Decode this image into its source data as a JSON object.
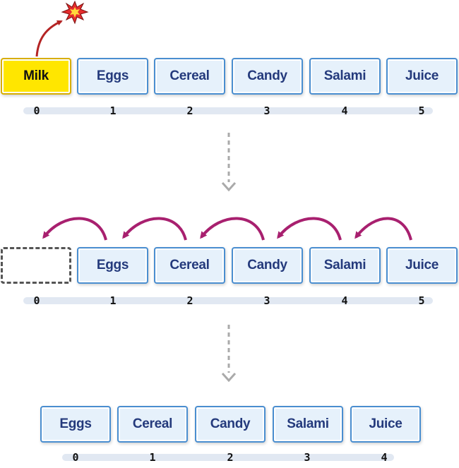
{
  "rows": [
    {
      "items": [
        {
          "label": "Milk",
          "state": "highlight"
        },
        {
          "label": "Eggs",
          "state": "normal"
        },
        {
          "label": "Cereal",
          "state": "normal"
        },
        {
          "label": "Candy",
          "state": "normal"
        },
        {
          "label": "Salami",
          "state": "normal"
        },
        {
          "label": "Juice",
          "state": "normal"
        }
      ],
      "indices": [
        "0",
        "1",
        "2",
        "3",
        "4",
        "5"
      ]
    },
    {
      "items": [
        {
          "label": "",
          "state": "empty"
        },
        {
          "label": "Eggs",
          "state": "normal"
        },
        {
          "label": "Cereal",
          "state": "normal"
        },
        {
          "label": "Candy",
          "state": "normal"
        },
        {
          "label": "Salami",
          "state": "normal"
        },
        {
          "label": "Juice",
          "state": "normal"
        }
      ],
      "indices": [
        "0",
        "1",
        "2",
        "3",
        "4",
        "5"
      ]
    },
    {
      "items": [
        {
          "label": "Eggs",
          "state": "normal"
        },
        {
          "label": "Cereal",
          "state": "normal"
        },
        {
          "label": "Candy",
          "state": "normal"
        },
        {
          "label": "Salami",
          "state": "normal"
        },
        {
          "label": "Juice",
          "state": "normal"
        }
      ],
      "indices": [
        "0",
        "1",
        "2",
        "3",
        "4"
      ]
    }
  ],
  "colors": {
    "highlight_fill": "#ffe600",
    "box_fill": "#e6f1fb",
    "box_border": "#4a8ed0",
    "label_text": "#243a7c",
    "remove_arrow": "#b42424",
    "shift_arrow": "#a8206f",
    "flow_arrow": "#aaaaaa"
  },
  "icons": {
    "removal_marker": "explosion-icon",
    "step_connector": "down-arrow-icon",
    "shift_connector": "curved-arrow-icon"
  }
}
